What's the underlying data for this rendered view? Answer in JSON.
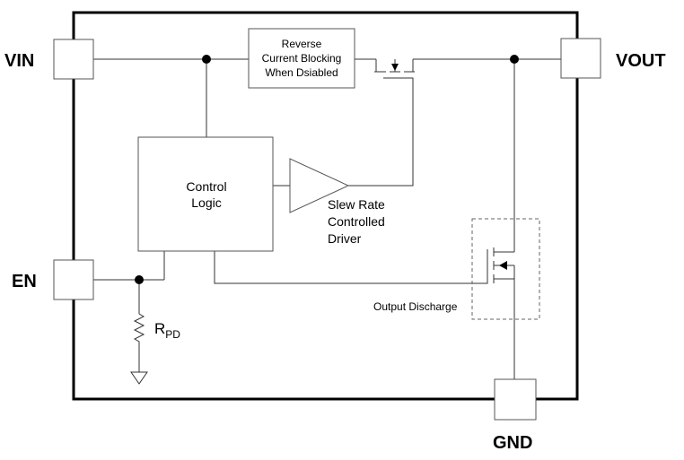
{
  "pins": {
    "vin": "VIN",
    "vout": "VOUT",
    "en": "EN",
    "gnd": "GND"
  },
  "blocks": {
    "reverse_blocking": [
      "Reverse",
      "Current Blocking",
      "When Dsiabled"
    ],
    "control_logic": [
      "Control",
      "Logic"
    ],
    "driver": [
      "Slew Rate",
      "Controlled",
      "Driver"
    ],
    "output_discharge": "Output Discharge"
  },
  "resistor": {
    "main": "R",
    "sub": "PD"
  }
}
